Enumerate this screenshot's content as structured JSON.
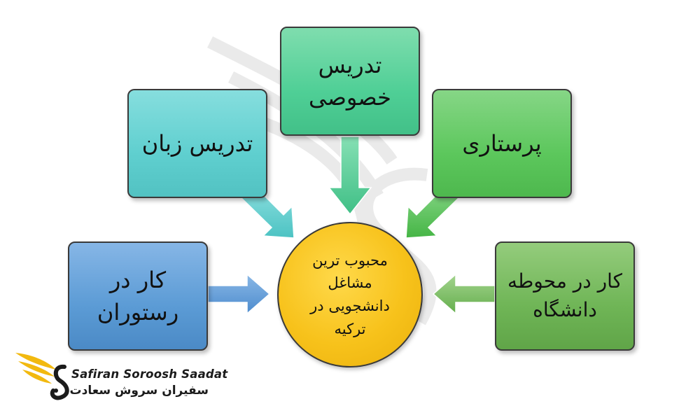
{
  "center": {
    "label": "محبوب ترین مشاغل دانشجویی در ترکیه",
    "color": "#f7c21b"
  },
  "boxes": {
    "language_teaching": {
      "label": "تدریس زبان",
      "color": "#5fcfcf"
    },
    "private_tutoring": {
      "label": "تدریس خصوصی",
      "color": "#4fcf96"
    },
    "nursing": {
      "label": "پرستاری",
      "color": "#5cc75c"
    },
    "restaurant": {
      "label": "کار در رستوران",
      "color": "#5b9bd5"
    },
    "campus_work": {
      "label": "کار در محوطه دانشگاه",
      "color": "#6fb556"
    }
  },
  "logo": {
    "latin": "Safiran Soroosh Saadat",
    "persian": "سفیران سروش سعادت"
  }
}
